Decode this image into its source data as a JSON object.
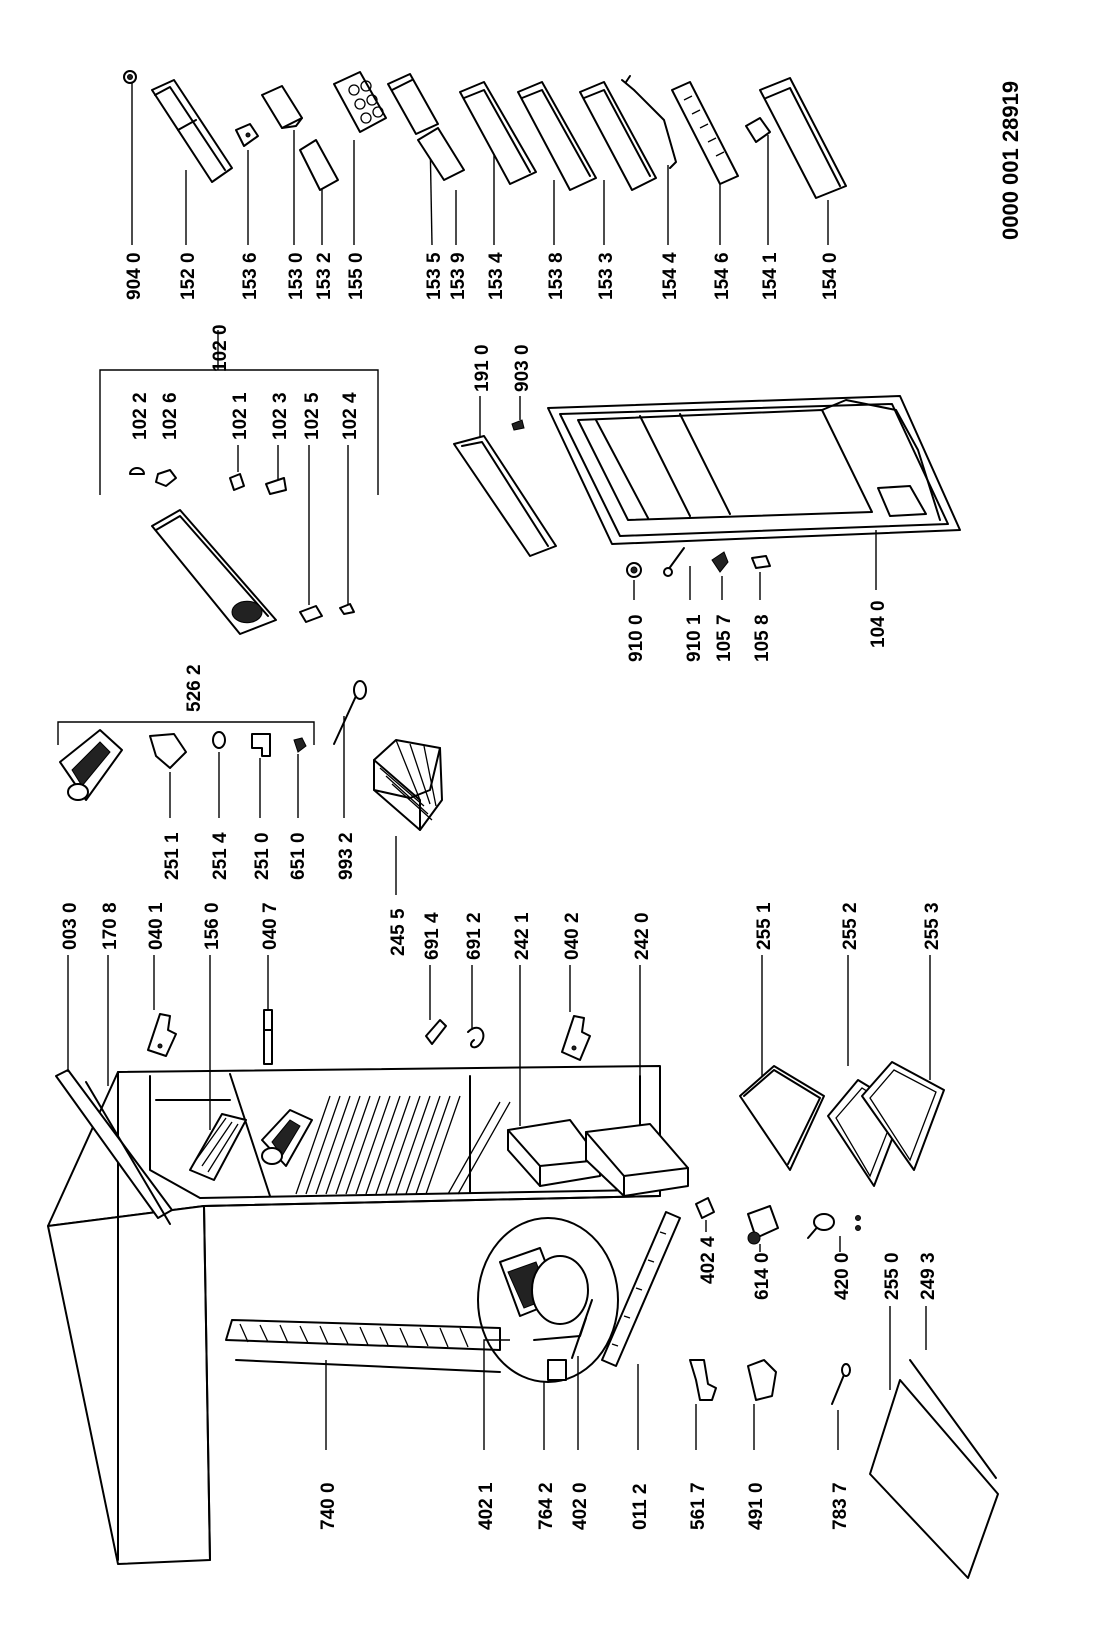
{
  "document_id": "0000 001 28919",
  "labels": {
    "p9040": "904 0",
    "p1520": "152 0",
    "p1536": "153 6",
    "p1530": "153 0",
    "p1532": "153 2",
    "p1550": "155 0",
    "p1535": "153 5",
    "p1539": "153 9",
    "p1534": "153 4",
    "p1538": "153 8",
    "p1533": "153 3",
    "p1544": "154 4",
    "p1546": "154 6",
    "p1541": "154 1",
    "p1540": "154 0",
    "p1020": "102 0",
    "p1022": "102 2",
    "p1026": "102 6",
    "p1021": "102 1",
    "p1023": "102 3",
    "p1025": "102 5",
    "p1024": "102 4",
    "p1910": "191 0",
    "p9030": "903 0",
    "p1040": "104 0",
    "p9100": "910 0",
    "p9101": "910 1",
    "p1057": "105 7",
    "p1058": "105 8",
    "p5262": "526 2",
    "p2511": "251 1",
    "p2514": "251 4",
    "p2510": "251 0",
    "p6510": "651 0",
    "p9932": "993 2",
    "p2455": "245 5",
    "p0030": "003 0",
    "p1708": "170 8",
    "p0401": "040 1",
    "p1560": "156 0",
    "p0407": "040 7",
    "p6914": "691 4",
    "p6912": "691 2",
    "p2421": "242 1",
    "p0402": "040 2",
    "p2420": "242 0",
    "p2551": "255 1",
    "p2552": "255 2",
    "p2553": "255 3",
    "p4024": "402 4",
    "p6140": "614 0",
    "p4200": "420 0",
    "p2550": "255 0",
    "p2493": "249 3",
    "p7400": "740 0",
    "p4021": "402 1",
    "p7642": "764 2",
    "p4020": "402 0",
    "p0112": "011 2",
    "p5617": "561 7",
    "p4910": "491 0",
    "p7837": "783 7"
  }
}
